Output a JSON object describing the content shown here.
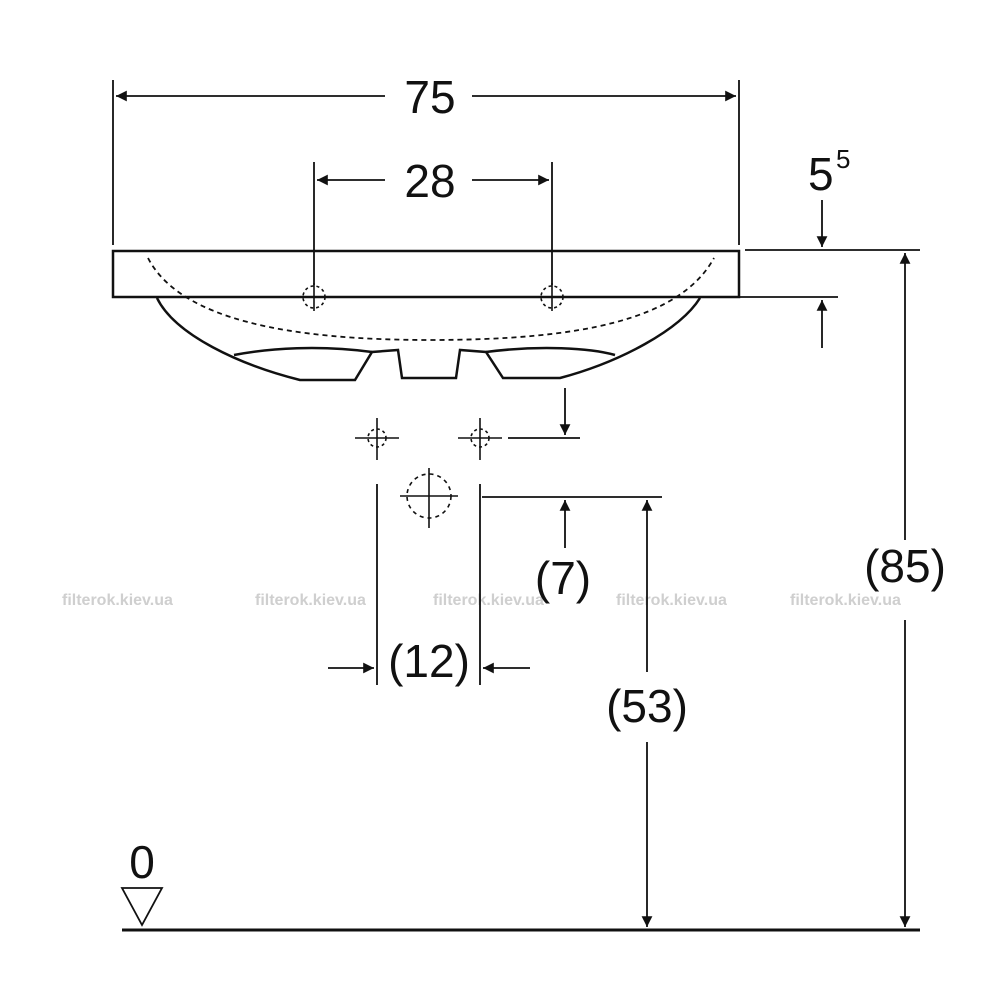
{
  "dimensions": {
    "overall_width": "75",
    "tap_hole_spacing": "28",
    "rim_thickness_base": "5",
    "rim_thickness_exp": "5",
    "rim_height": "(85)",
    "waste_height": "(53)",
    "waste_offset": "(7)",
    "waste_spacing": "(12)"
  },
  "floor_level": "0",
  "watermark": "filterok.kiev.ua"
}
